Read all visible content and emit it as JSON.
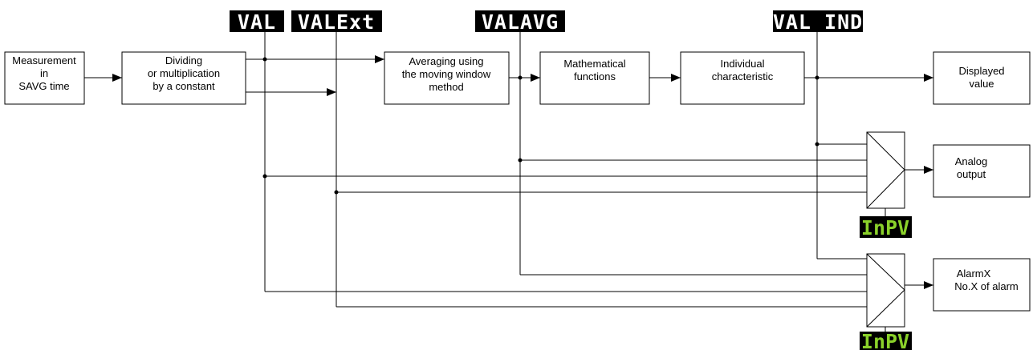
{
  "blocks": {
    "measurement": [
      "Measurement",
      "in",
      "SAVG time"
    ],
    "dividing": [
      "Dividing",
      "or multiplication",
      "by a constant"
    ],
    "averaging": [
      "Averaging using",
      "the moving window",
      "method"
    ],
    "math": [
      "Mathematical",
      "functions"
    ],
    "individual": [
      "Individual",
      "characteristic"
    ],
    "displayed": [
      "Displayed",
      "value"
    ],
    "analog": [
      "Analog",
      "output"
    ],
    "alarm": [
      "AlarmX",
      "No.X of alarm"
    ]
  },
  "displays": {
    "val": "VAL",
    "val_ext": "VALExt",
    "val_avg": "VALAVG",
    "val_ind": "VAL IND",
    "inpv_analog": "InPV",
    "inpv_alarm": "InPV"
  },
  "colors": {
    "display_background": "#000000",
    "display_text_white": "#ffffff",
    "display_text_green": "#8ad12a"
  }
}
